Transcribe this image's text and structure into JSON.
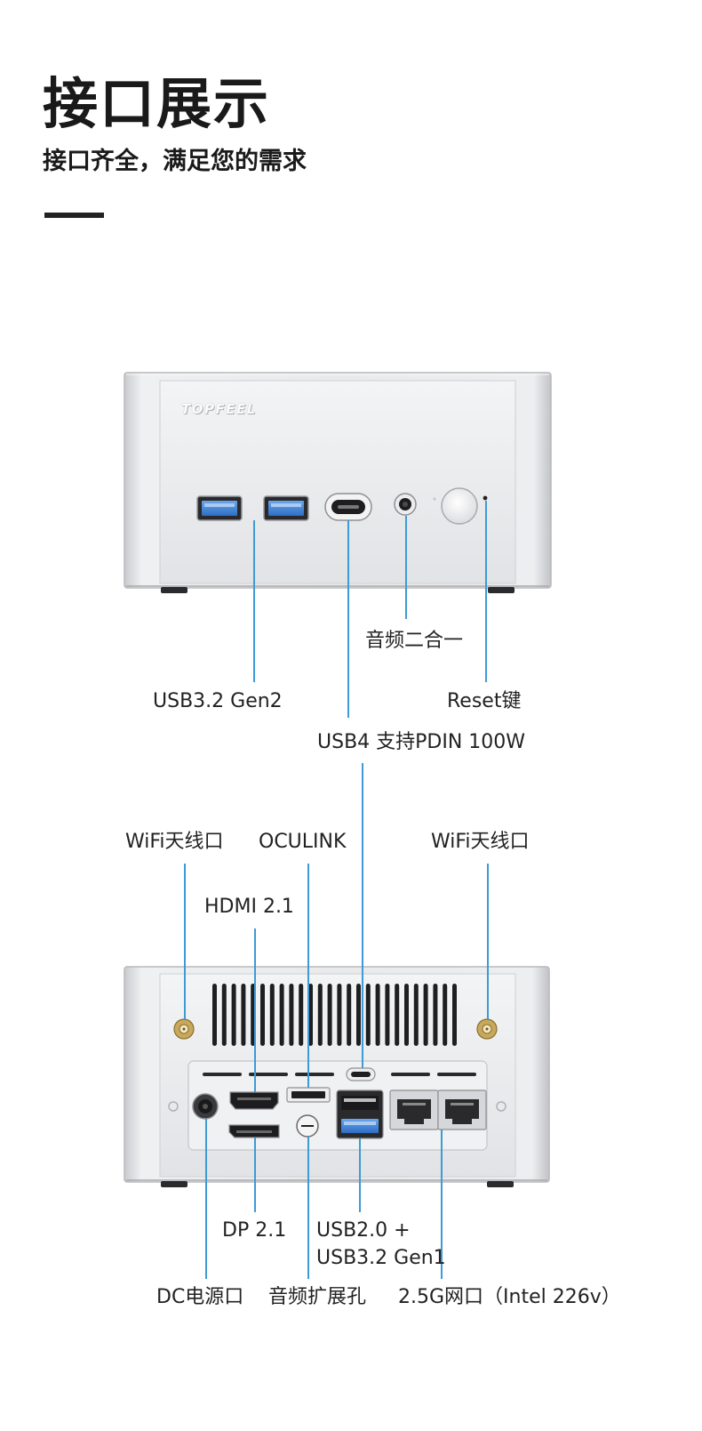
{
  "header": {
    "title": "接口展示",
    "subtitle": "接口齐全，满足您的需求"
  },
  "brand": "TOPFEEL",
  "front_labels": {
    "usb32": "USB3.2 Gen2",
    "usb4": "USB4 支持PDIN 100W",
    "audio": "音频二合一",
    "reset": "Reset键"
  },
  "rear_labels": {
    "wifi_left": "WiFi天线口",
    "oculink": "OCULINK",
    "wifi_right": "WiFi天线口",
    "hdmi": "HDMI 2.1",
    "dp": "DP 2.1",
    "usb_combo_1": "USB2.0 +",
    "usb_combo_2": "USB3.2 Gen1",
    "dc": "DC电源口",
    "audio_ext": "音频扩展孔",
    "lan": "2.5G网口（Intel 226v）"
  },
  "colors": {
    "accent_line": "#3d9bd6",
    "usb_blue": "#3b7fd4",
    "chassis": "#e4e5e8"
  }
}
